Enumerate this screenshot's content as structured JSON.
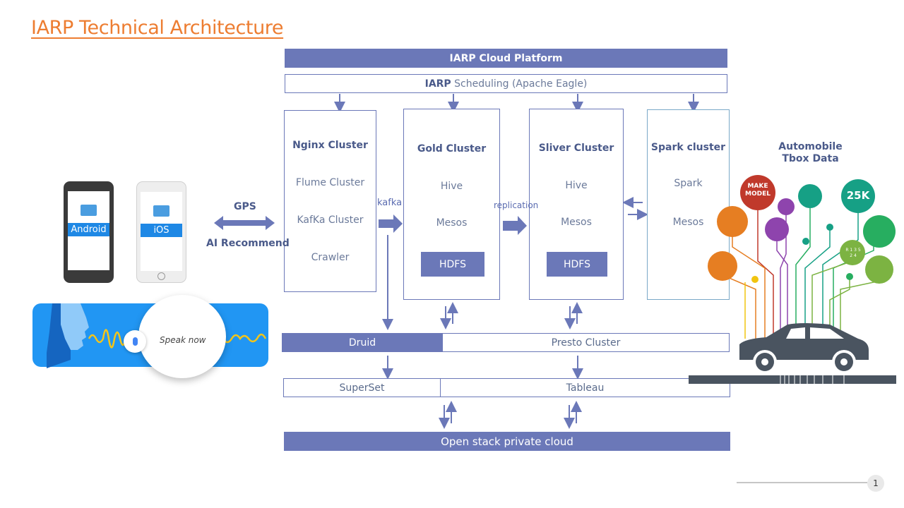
{
  "title": "IARP Technical Architecture",
  "platform": {
    "header": "IARP Cloud Platform",
    "scheduling_bold": "IARP",
    "scheduling_rest": " Scheduling (Apache Eagle)"
  },
  "clusters": {
    "nginx": {
      "title": "Nginx Cluster",
      "items": [
        "Flume Cluster",
        "KafKa Cluster",
        "Crawler"
      ]
    },
    "gold": {
      "title": "Gold Cluster",
      "items": [
        "Hive",
        "Mesos"
      ],
      "hdfs": "HDFS"
    },
    "sliver": {
      "title": "Sliver Cluster",
      "items": [
        "Hive",
        "Mesos"
      ],
      "hdfs": "HDFS"
    },
    "spark": {
      "title": "Spark cluster",
      "items": [
        "Spark",
        "Mesos"
      ]
    }
  },
  "arrows": {
    "kafka": "kafka",
    "replication": "replication"
  },
  "left": {
    "gps": "GPS",
    "ai": "AI Recommend",
    "android": "Android",
    "ios": "iOS",
    "speak": "Speak now"
  },
  "lower": {
    "druid": "Druid",
    "presto": "Presto Cluster",
    "superset": "SuperSet",
    "tableau": "Tableau",
    "openstack": "Open stack private cloud"
  },
  "auto": {
    "line1": "Automobile",
    "line2": "Tbox Data",
    "make": "MAKE",
    "model": "MODEL",
    "k25": "25K",
    "gear": "R 1 3 5 2 4"
  },
  "page_number": "1",
  "colors": {
    "accent": "#6b78b8",
    "title": "#ed7d31"
  }
}
